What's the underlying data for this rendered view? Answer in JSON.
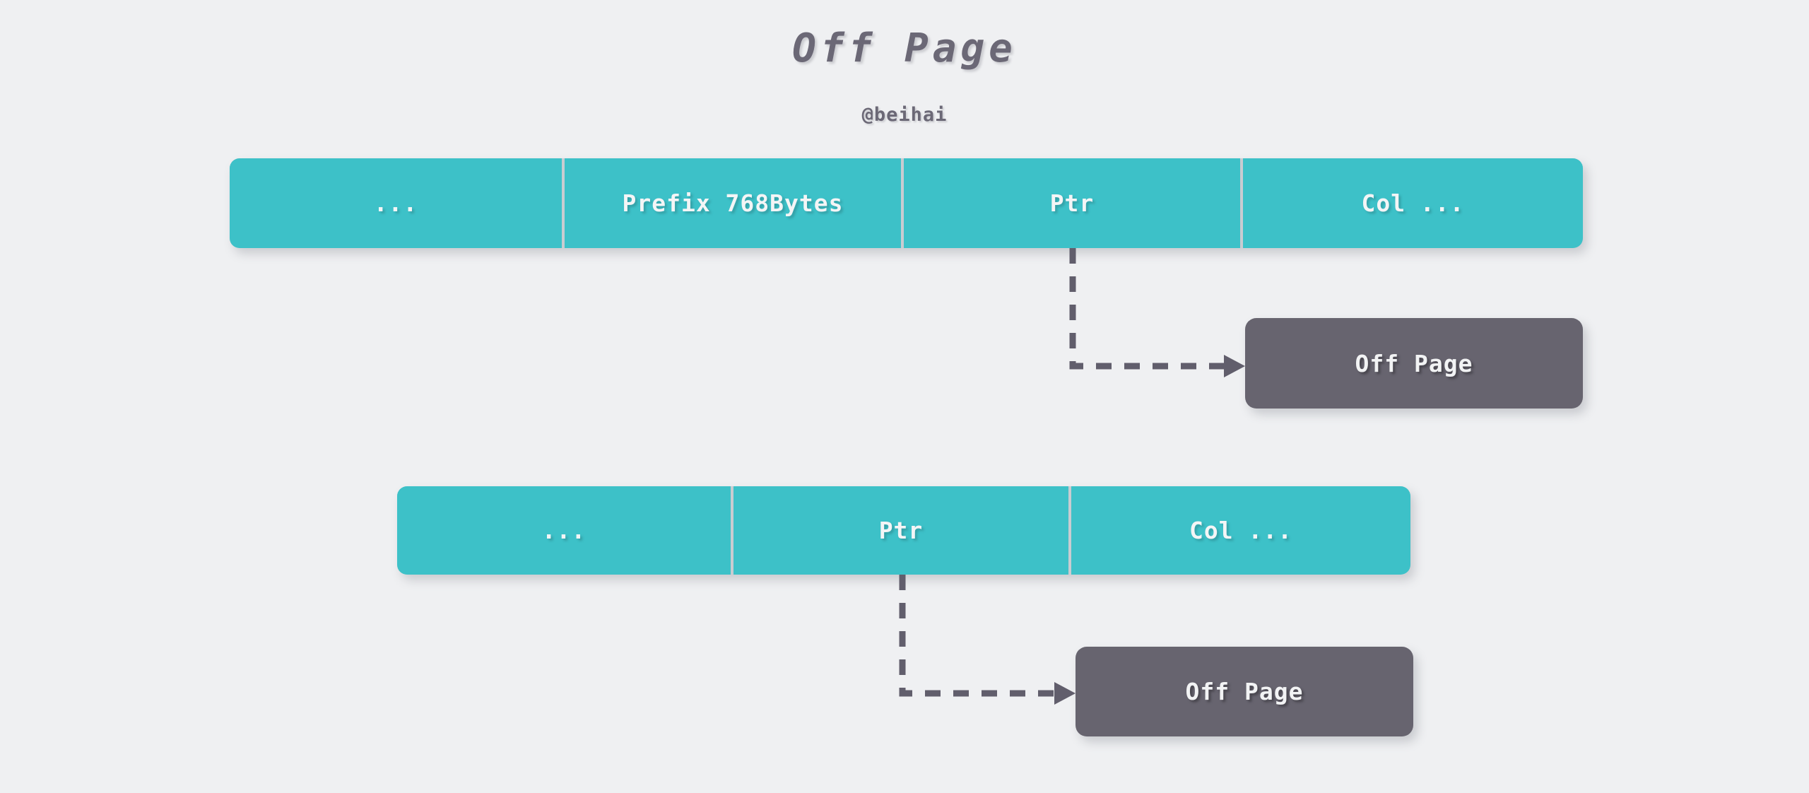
{
  "header": {
    "title": "Off Page",
    "subtitle": "@beihai"
  },
  "colors": {
    "background": "#eff0f2",
    "cell_teal": "#3dc1c8",
    "offpage_gray": "#67646f",
    "title_text": "#6b6876",
    "cell_text": "#f4f5f6",
    "connector": "#615e6c",
    "divider": "#c9ccd1"
  },
  "diagram": {
    "type": "record-layout-diagram",
    "rows": [
      {
        "id": "row-with-prefix",
        "cells": [
          {
            "label": "...",
            "name": "ellipsis"
          },
          {
            "label": "Prefix 768Bytes",
            "name": "prefix-768bytes"
          },
          {
            "label": "Ptr",
            "name": "pointer"
          },
          {
            "label": "Col ...",
            "name": "col-ellipsis"
          }
        ],
        "pointer_target": "Off Page"
      },
      {
        "id": "row-without-prefix",
        "cells": [
          {
            "label": "...",
            "name": "ellipsis"
          },
          {
            "label": "Ptr",
            "name": "pointer"
          },
          {
            "label": "Col ...",
            "name": "col-ellipsis"
          }
        ],
        "pointer_target": "Off Page"
      }
    ],
    "offpage_boxes": [
      {
        "label": "Off Page"
      },
      {
        "label": "Off Page"
      }
    ]
  }
}
